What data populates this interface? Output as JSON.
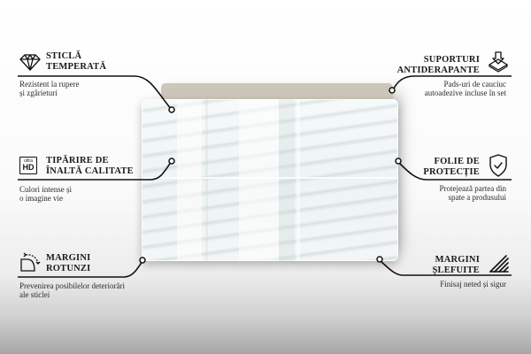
{
  "product": {
    "name": "glass-panel-with-stand-backing",
    "colors": {
      "backing": "#c6c0b4",
      "glass": "#f2f6f6",
      "connector": "#111111"
    }
  },
  "features": {
    "left": [
      {
        "id": "tempered-glass",
        "icon": "diamond-icon",
        "title_line1": "Sticlă",
        "title_line2": "temperată",
        "desc_line1": "Rezistent la rupere",
        "desc_line2": "și zgârieturi"
      },
      {
        "id": "hd-printing",
        "icon": "ultra-hd-icon",
        "icon_text_small": "ultra",
        "icon_text_big": "HD",
        "title_line1": "Tipărire de",
        "title_line2": "înaltă calitate",
        "desc_line1": "Culori intense și",
        "desc_line2": "o imagine vie"
      },
      {
        "id": "rounded-edges",
        "icon": "rounded-corner-icon",
        "title_line1": "Margini",
        "title_line2": "rotunzi",
        "desc_line1": "Prevenirea posibilelor deteriorări",
        "desc_line2": "ale sticlei"
      }
    ],
    "right": [
      {
        "id": "anti-slip-supports",
        "icon": "anti-slip-pad-icon",
        "title_line1": "Suporturi",
        "title_line2": "antiderapante",
        "desc_line1": "Pads-uri de cauciuc",
        "desc_line2": "autoadezive incluse în set"
      },
      {
        "id": "protective-film",
        "icon": "shield-check-icon",
        "title_line1": "Folie de",
        "title_line2": "protecție",
        "desc_line1": "Protejează partea din",
        "desc_line2": "spate a produsului"
      },
      {
        "id": "polished-edges",
        "icon": "polished-edge-icon",
        "title_line1": "Margini",
        "title_line2": "șlefuite",
        "desc_line1": "Finisaj neted și sigur",
        "desc_line2": ""
      }
    ]
  }
}
